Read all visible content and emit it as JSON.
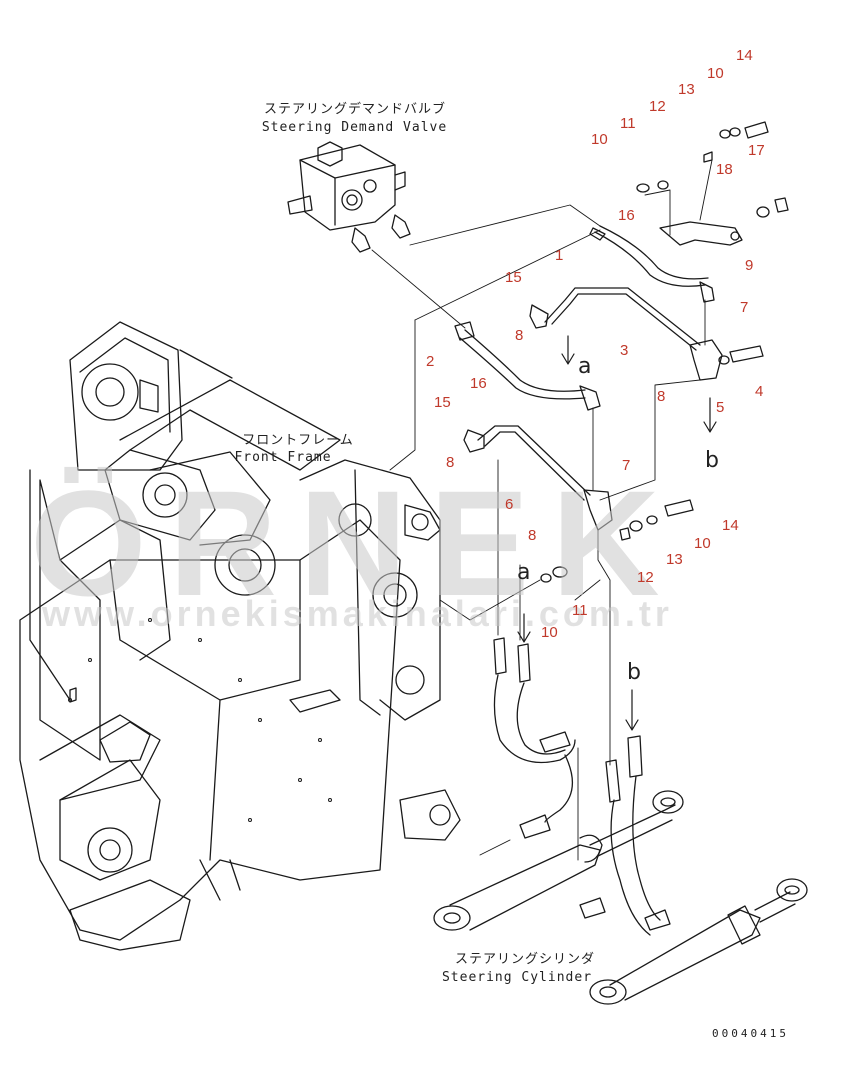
{
  "labels": {
    "valve_jp": "ステアリングデマンドバルブ",
    "valve_en": "Steering Demand Valve",
    "frame_jp": "フロントフレーム",
    "frame_en": "Front Frame",
    "cylinder_jp": "ステアリングシリンダ",
    "cylinder_en": "Steering Cylinder"
  },
  "callouts": [
    "14",
    "10",
    "13",
    "12",
    "11",
    "10",
    "18",
    "17",
    "16",
    "1",
    "9",
    "15",
    "8",
    "7",
    "2",
    "3",
    "16",
    "4",
    "5",
    "8",
    "15",
    "8",
    "7",
    "6",
    "14",
    "13",
    "10",
    "8",
    "12",
    "11",
    "10"
  ],
  "letters": [
    "a",
    "b",
    "a",
    "b"
  ],
  "figure_code": "00040415",
  "watermark": {
    "big": "ÖRNEK",
    "url": "www.orneki​smakinalari.com.tr"
  },
  "colors": {
    "line": "#1a1a1a",
    "callout": "#c0392b",
    "watermark": "#c9c9c9"
  }
}
